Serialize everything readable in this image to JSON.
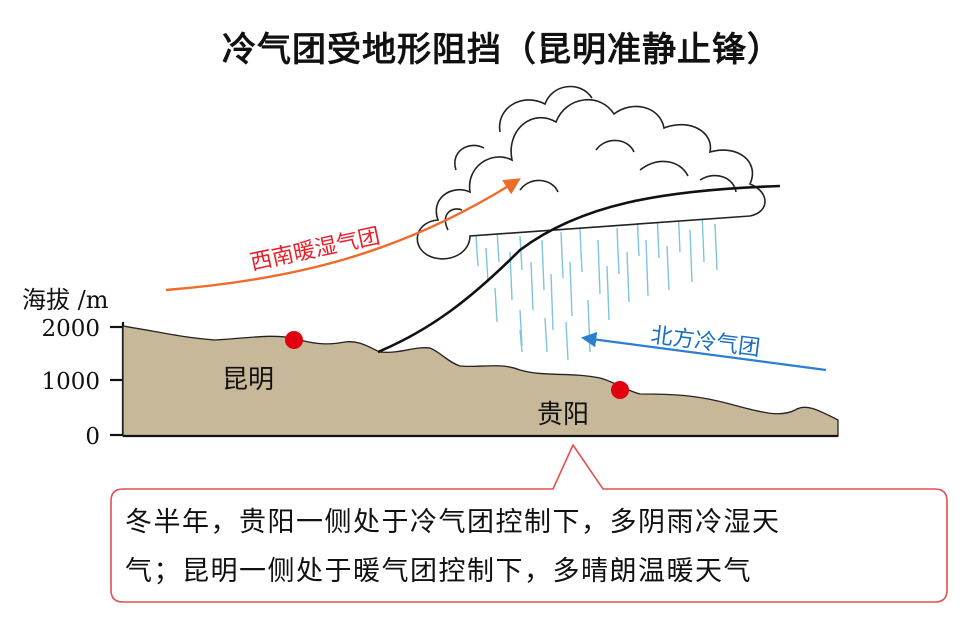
{
  "title": "冷气团受地形阻挡（昆明准静止锋）",
  "axis": {
    "ylabel": "海拔 /m",
    "ticks": [
      "2000",
      "1000",
      "0"
    ]
  },
  "labels": {
    "warm_air": "西南暖湿气团",
    "cold_air": "北方冷气团",
    "kunming": "昆明",
    "guiyang": "贵阳"
  },
  "callout": {
    "line1": "冬半年，贵阳一侧处于冷气团控制下，多阴雨冷湿天",
    "line2": "气；昆明一侧处于暖气团控制下，多晴朗温暖天气"
  },
  "colors": {
    "terrain": "#c8b89a",
    "warm_arrow": "#f06a2a",
    "cold_arrow": "#2a7fd0",
    "city_dot": "#e00010",
    "rain": "#7ec3e0",
    "callout_border": "#e05050"
  }
}
